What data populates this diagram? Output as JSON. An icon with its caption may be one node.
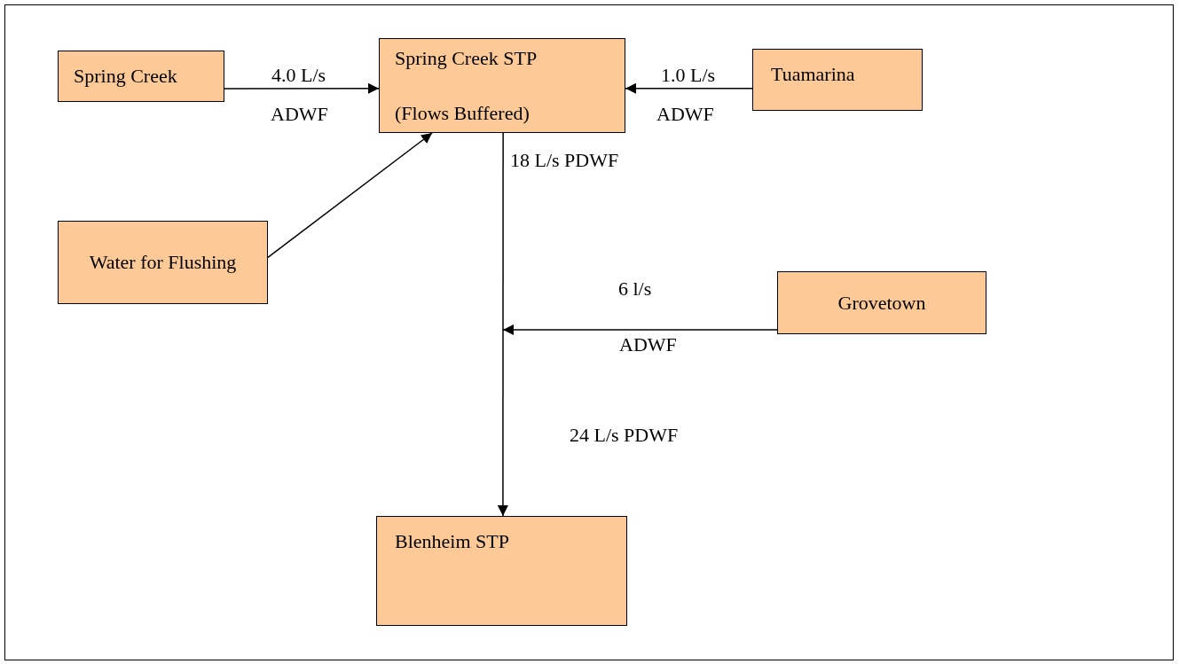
{
  "diagram": {
    "nodes": [
      {
        "text": [
          "Spring Creek"
        ]
      },
      {
        "text": [
          "Spring Creek STP",
          "(Flows Buffered)"
        ]
      },
      {
        "text": [
          "Tuamarina"
        ]
      },
      {
        "text": [
          "Water for Flushing"
        ]
      },
      {
        "text": [
          "Grovetown"
        ]
      },
      {
        "text": [
          "Blenheim STP"
        ]
      }
    ],
    "edges": [
      {
        "from": 0,
        "to": 1,
        "arrow": "to",
        "label": "4.0 L/s"
      },
      {
        "from": 2,
        "to": 1,
        "arrow": "to",
        "label": "1.0 L/s"
      },
      {
        "from": 3,
        "to": 1,
        "arrow": "to"
      },
      {
        "from": 1,
        "to": 5,
        "arrow": "to"
      },
      {
        "from": 4,
        "to": null,
        "arrow": "to",
        "label": "6 l/s"
      }
    ],
    "labels": [
      "ADWF",
      "ADWF",
      "18 L/s PDWF",
      "ADWF",
      "24 L/s PDWF"
    ]
  }
}
